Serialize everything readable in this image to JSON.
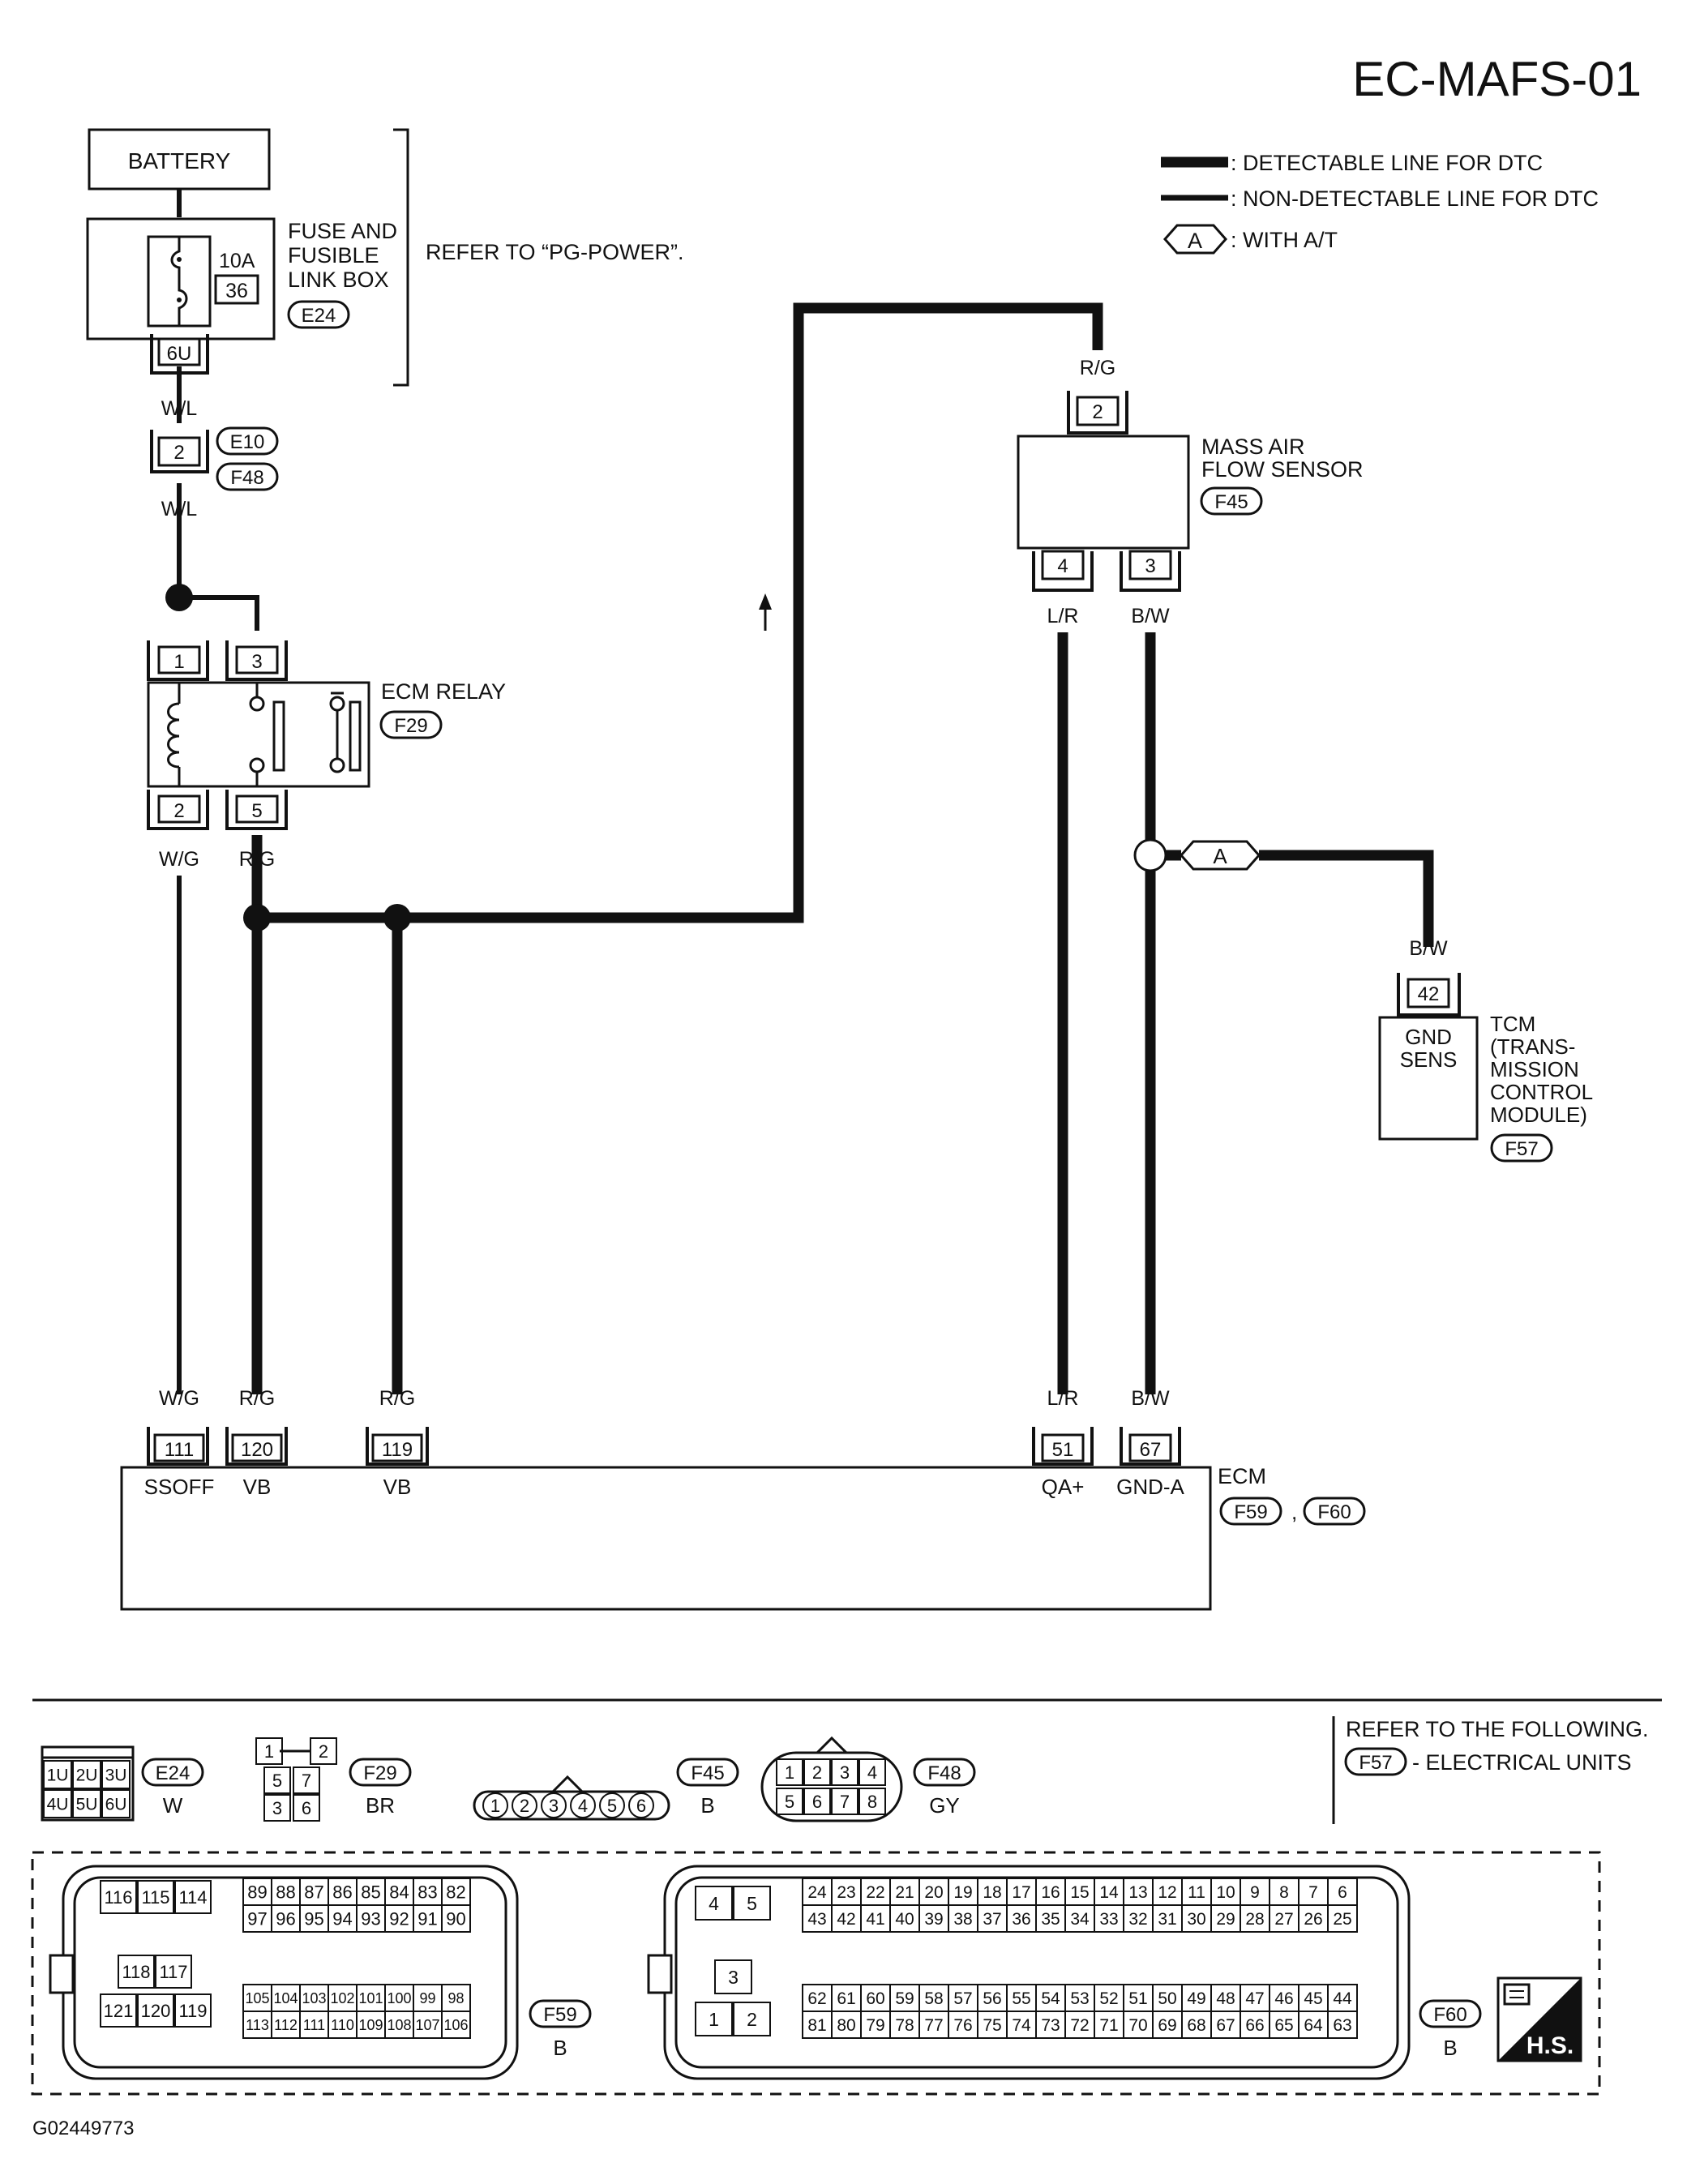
{
  "title": "EC-MAFS-01",
  "legend": {
    "detectable": ": DETECTABLE LINE FOR DTC",
    "non_detectable": ": NON-DETECTABLE LINE FOR DTC",
    "option_code": "A",
    "option_text": ": WITH A/T"
  },
  "refer_power": "REFER TO “PG-POWER”.",
  "battery": "BATTERY",
  "fuse_box": {
    "label": [
      "FUSE AND",
      "FUSIBLE",
      "LINK BOX"
    ],
    "amps": "10A",
    "number": "36",
    "connector": "E24",
    "terminal": "6U"
  },
  "inline_connector": {
    "pin": "2",
    "ids": [
      "E10",
      "F48"
    ]
  },
  "relay": {
    "label": "ECM RELAY",
    "connector": "F29",
    "pins": [
      "1",
      "3",
      "2",
      "5"
    ]
  },
  "maf": {
    "label": [
      "MASS AIR",
      "FLOW SENSOR"
    ],
    "connector": "F45",
    "pins": [
      "2",
      "4",
      "3"
    ]
  },
  "tcm": {
    "label": [
      "TCM",
      "(TRANS-",
      "MISSION",
      "CONTROL",
      "MODULE)"
    ],
    "inner": [
      "GND",
      "SENS"
    ],
    "connector": "F57",
    "pin": "42"
  },
  "ecm": {
    "label": "ECM",
    "connectors": [
      "F59",
      "F60"
    ],
    "separator": ",",
    "pins": [
      "111",
      "120",
      "119",
      "51",
      "67"
    ],
    "terminals": [
      "SSOFF",
      "VB",
      "VB",
      "QA+",
      "GND-A"
    ]
  },
  "wires": {
    "w_l": "W/L",
    "w_g": "W/G",
    "r_g": "R/G",
    "l_r": "L/R",
    "b_w": "B/W"
  },
  "refer_following": "REFER TO THE FOLLOWING.",
  "refer_item": "- ELECTRICAL UNITS",
  "refer_connector": "F57",
  "connector_views": {
    "e24": {
      "id": "E24",
      "color": "W",
      "pins": [
        "1U",
        "2U",
        "3U",
        "4U",
        "5U",
        "6U"
      ]
    },
    "f29": {
      "id": "F29",
      "color": "BR",
      "pins": [
        "1",
        "2",
        "5",
        "7",
        "3",
        "6"
      ]
    },
    "f45": {
      "id": "F45",
      "color": "B",
      "pins": [
        "1",
        "2",
        "3",
        "4",
        "5",
        "6"
      ]
    },
    "f48": {
      "id": "F48",
      "color": "GY",
      "pins": [
        "1",
        "2",
        "3",
        "4",
        "5",
        "6",
        "7",
        "8"
      ]
    },
    "f59": {
      "id": "F59",
      "color": "B",
      "big": [
        "116",
        "115",
        "114",
        "118",
        "117",
        "121",
        "120",
        "119"
      ],
      "row1": [
        "89",
        "88",
        "87",
        "86",
        "85",
        "84",
        "83",
        "82"
      ],
      "row2": [
        "97",
        "96",
        "95",
        "94",
        "93",
        "92",
        "91",
        "90"
      ],
      "row3": [
        "105",
        "104",
        "103",
        "102",
        "101",
        "100",
        "99",
        "98"
      ],
      "row4": [
        "113",
        "112",
        "111",
        "110",
        "109",
        "108",
        "107",
        "106"
      ]
    },
    "f60": {
      "id": "F60",
      "color": "B",
      "big": [
        "4",
        "5",
        "3",
        "1",
        "2"
      ],
      "row1": [
        "24",
        "23",
        "22",
        "21",
        "20",
        "19",
        "18",
        "17",
        "16",
        "15",
        "14",
        "13",
        "12",
        "11",
        "10",
        "9",
        "8",
        "7",
        "6"
      ],
      "row2": [
        "43",
        "42",
        "41",
        "40",
        "39",
        "38",
        "37",
        "36",
        "35",
        "34",
        "33",
        "32",
        "31",
        "30",
        "29",
        "28",
        "27",
        "26",
        "25"
      ],
      "row3": [
        "62",
        "61",
        "60",
        "59",
        "58",
        "57",
        "56",
        "55",
        "54",
        "53",
        "52",
        "51",
        "50",
        "49",
        "48",
        "47",
        "46",
        "45",
        "44"
      ],
      "row4": [
        "81",
        "80",
        "79",
        "78",
        "77",
        "76",
        "75",
        "74",
        "73",
        "72",
        "71",
        "70",
        "69",
        "68",
        "67",
        "66",
        "65",
        "64",
        "63"
      ]
    }
  },
  "hs_badge": "H.S.",
  "figure_code": "G02449773"
}
